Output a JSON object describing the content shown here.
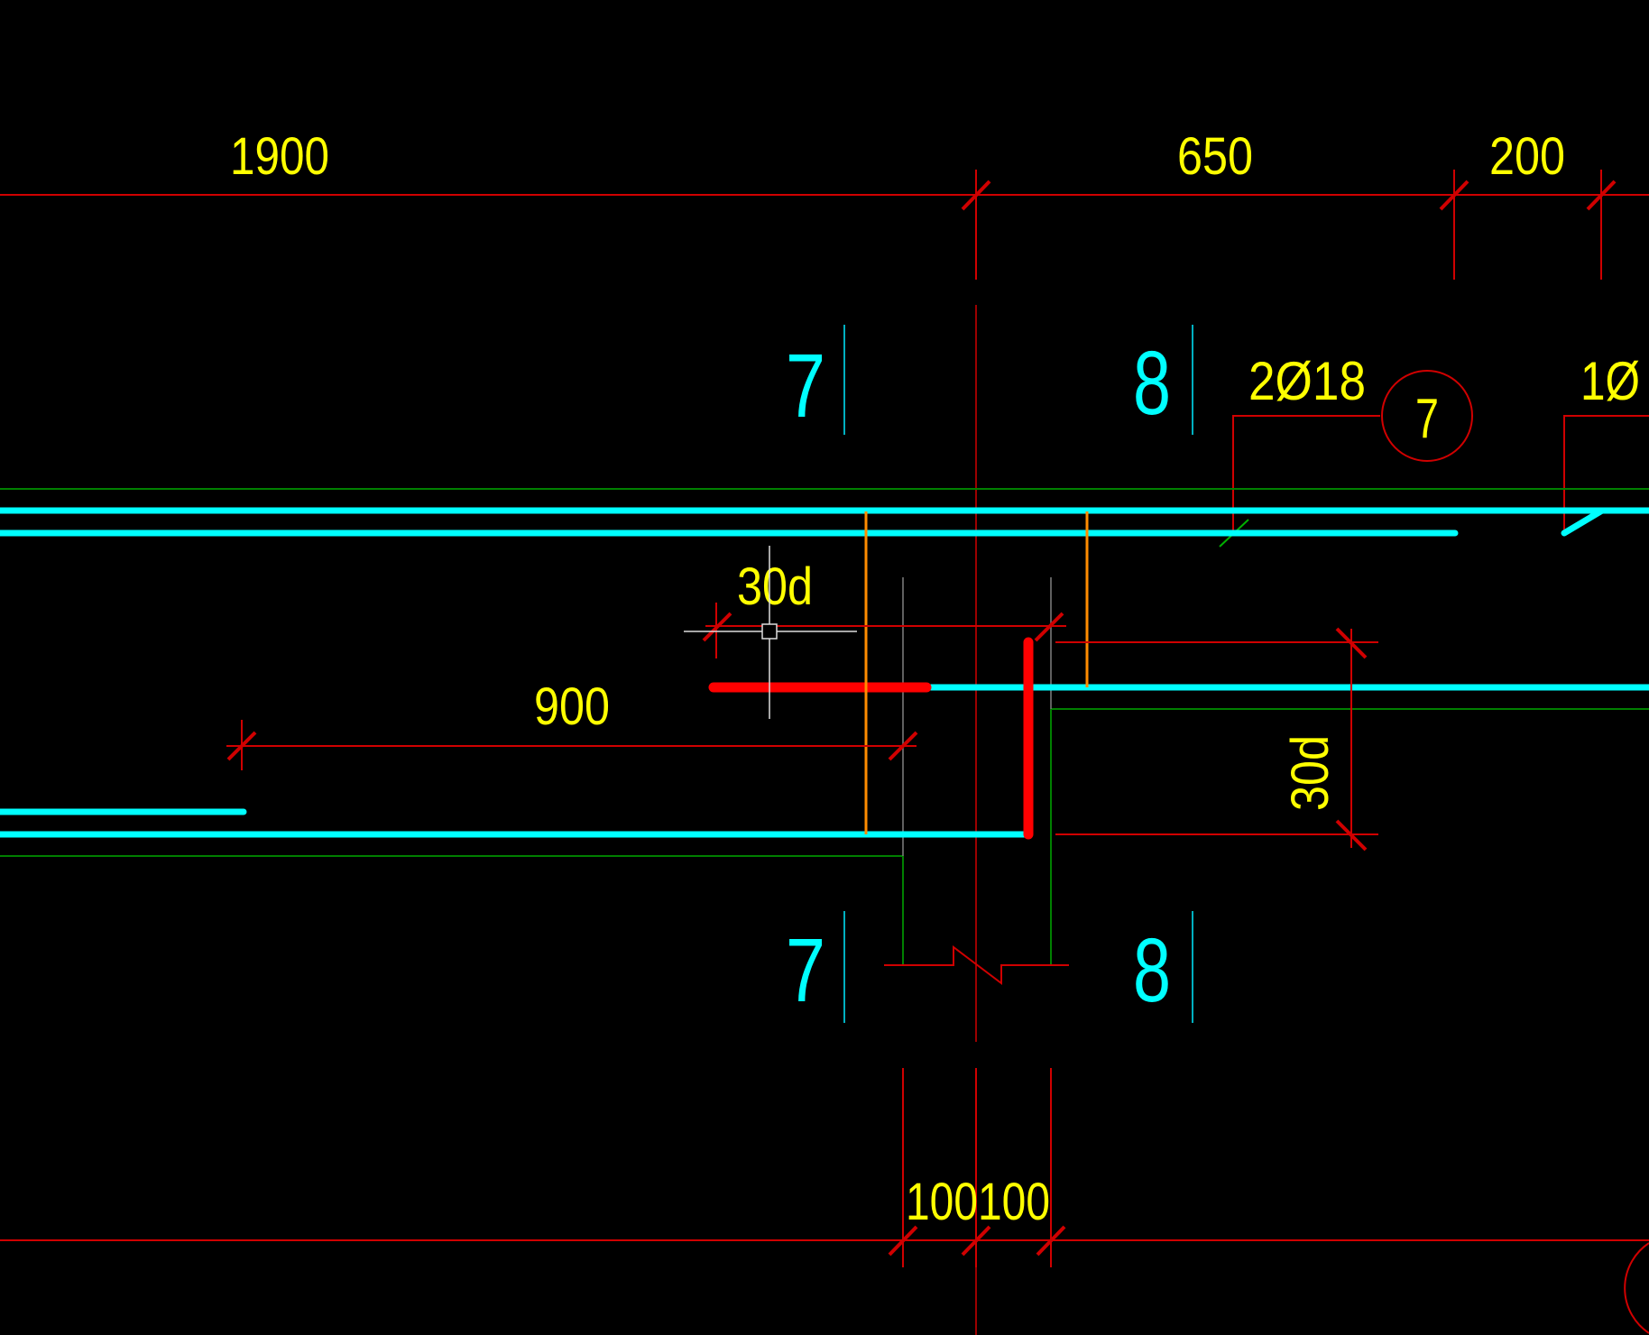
{
  "drawing": {
    "background": "#000000",
    "colors": {
      "dimension": "#d00000",
      "text": "#ffff00",
      "rebar": "#00ffff",
      "outline": "#008000",
      "stirrup": "#ff8c00",
      "highlight": "#ff0000",
      "guide": "#808080"
    }
  },
  "dimensions": {
    "top": [
      "1900",
      "650",
      "200"
    ],
    "bottom": [
      "100",
      "100"
    ],
    "anchor_horizontal": "900",
    "anchor_top": "30d",
    "anchor_vertical": "30d"
  },
  "sections": {
    "left_top": "7",
    "left_bottom": "7",
    "right_top": "8",
    "right_bottom": "8"
  },
  "rebar_callouts": {
    "primary": "2Ø18",
    "primary_tag": "7",
    "secondary": "1Ø"
  }
}
